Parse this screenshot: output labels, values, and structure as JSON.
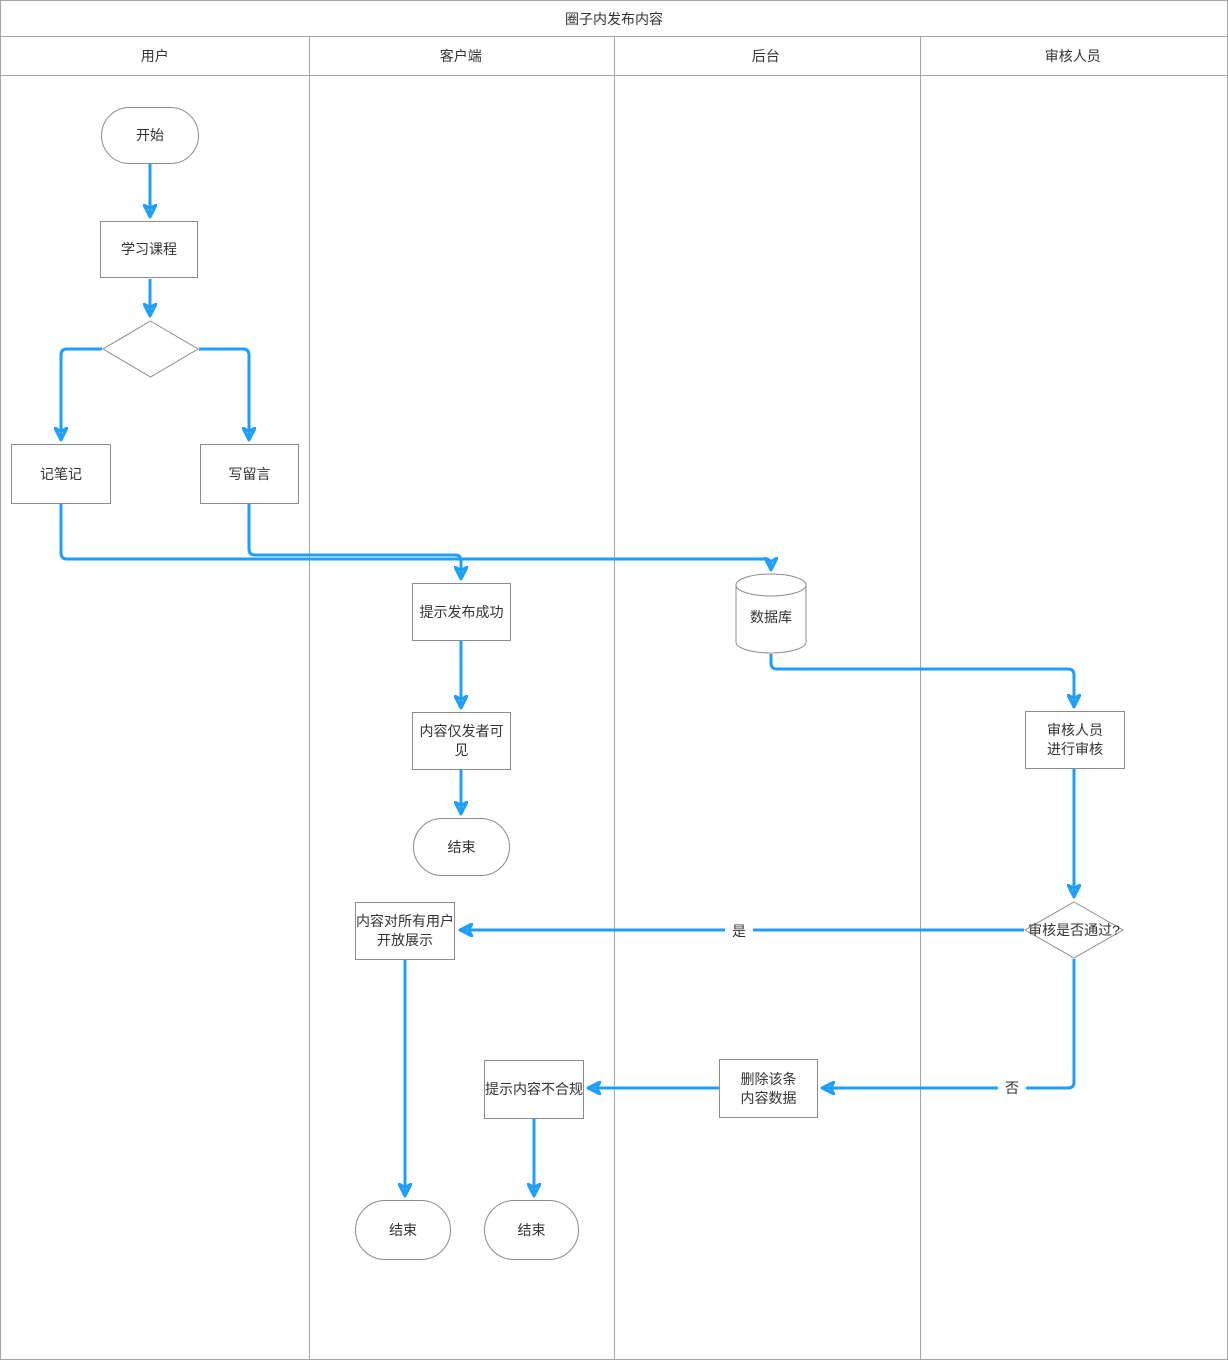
{
  "title": "圈子内发布内容",
  "lanes": [
    {
      "label": "用户"
    },
    {
      "label": "客户端"
    },
    {
      "label": "后台"
    },
    {
      "label": "审核人员"
    }
  ],
  "nodes": {
    "start": {
      "label": "开始",
      "shape": "stadium"
    },
    "learn_course": {
      "label": "学习课程",
      "shape": "rect"
    },
    "branch_decision": {
      "label": "",
      "shape": "diamond"
    },
    "take_notes": {
      "label": "记笔记",
      "shape": "rect"
    },
    "write_message": {
      "label": "写留言",
      "shape": "rect"
    },
    "publish_success": {
      "label": "提示发布成功",
      "shape": "rect"
    },
    "database": {
      "label": "数据库",
      "shape": "cylinder"
    },
    "visible_to_author": {
      "label": "内容仅发者可见",
      "shape": "rect"
    },
    "end_client_1": {
      "label": "结束",
      "shape": "stadium"
    },
    "reviewer_review": {
      "label": "审核人员\n进行审核",
      "shape": "rect"
    },
    "review_pass_decision": {
      "label": "审核是否通过?",
      "shape": "diamond"
    },
    "content_open_display": {
      "label": "内容对所有用户\n开放展示",
      "shape": "rect"
    },
    "delete_content": {
      "label": "删除该条\n内容数据",
      "shape": "rect"
    },
    "content_violation": {
      "label": "提示内容不合规",
      "shape": "rect"
    },
    "end_client_2": {
      "label": "结束",
      "shape": "stadium"
    },
    "end_client_3": {
      "label": "结束",
      "shape": "stadium"
    }
  },
  "edge_labels": {
    "yes": "是",
    "no": "否"
  },
  "colors": {
    "flow_line": "#1E9FFF",
    "node_border": "#8c8c8c",
    "table_border": "#a6a6a6",
    "text": "#333333"
  }
}
